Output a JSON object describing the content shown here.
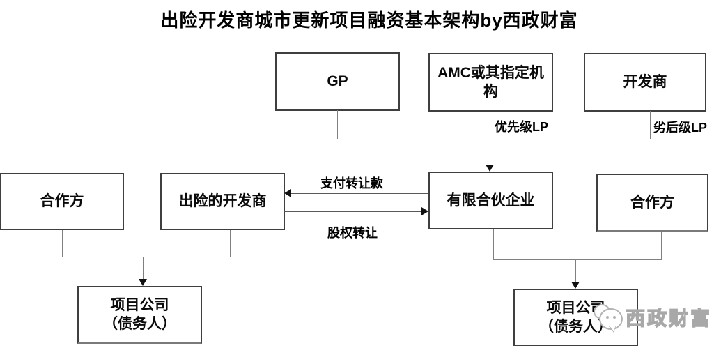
{
  "title": "出险开发商城市更新项目融资基本架构by西政财富",
  "boxes": {
    "gp": "GP",
    "amc": "AMC或其指定机构",
    "developer": "开发商",
    "partner_left": "合作方",
    "distressed_developer": "出险的开发商",
    "limited_partnership": "有限合伙企业",
    "partner_right": "合作方",
    "project_company_left_line1": "项目公司",
    "project_company_left_line2": "（债务人）",
    "project_company_right_line1": "项目公司",
    "project_company_right_line2": "（债务人）"
  },
  "edge_labels": {
    "senior_lp": "优先级LP",
    "junior_lp": "劣后级LP",
    "payment_transfer": "支付转让款",
    "equity_transfer": "股权转让"
  },
  "watermark": {
    "text": "西政财富",
    "icon": "wechat-bubble-icon"
  },
  "colors": {
    "box_border": "#3f3f3f",
    "connector_line": "#808080",
    "arrow": "#111111",
    "text": "#0a0a0a",
    "watermark_gray": "#b3b3b3"
  }
}
